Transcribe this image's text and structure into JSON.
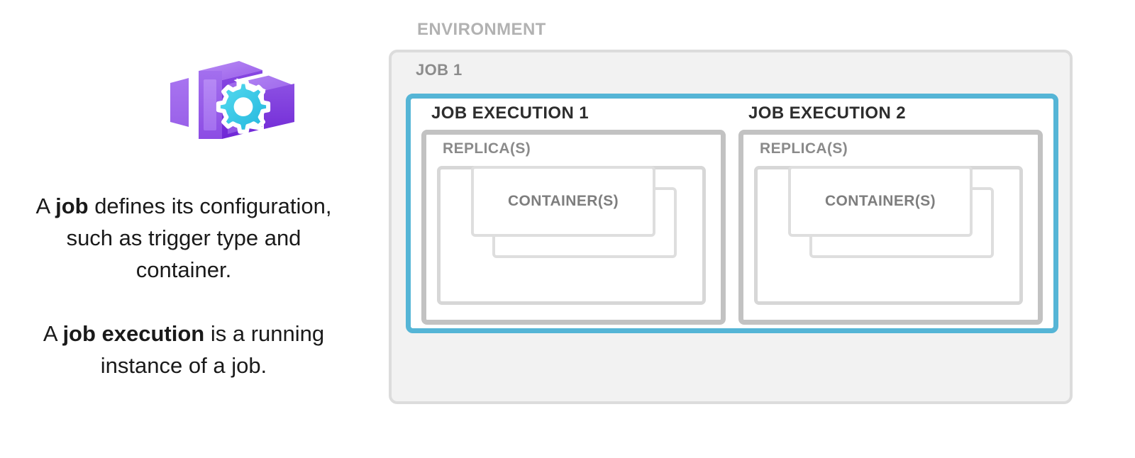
{
  "left": {
    "icon_name": "azure-container-apps-job-icon",
    "paragraphs": [
      {
        "id": "p1",
        "segments": [
          {
            "text": "A ",
            "bold": false
          },
          {
            "text": "job",
            "bold": true
          },
          {
            "text": " defines its configuration, such as trigger type and container.",
            "bold": false
          }
        ]
      },
      {
        "id": "p2",
        "segments": [
          {
            "text": "A ",
            "bold": false
          },
          {
            "text": "job execution",
            "bold": true
          },
          {
            "text": " is a running instance of a job.",
            "bold": false
          }
        ]
      }
    ]
  },
  "diagram": {
    "environment": {
      "label": "ENVIRONMENT"
    },
    "job": {
      "label": "JOB 1"
    },
    "executions": [
      {
        "label": "JOB EXECUTION 1",
        "replica_label": "REPLICA(S)",
        "container_label": "CONTAINER(S)"
      },
      {
        "label": "JOB EXECUTION 2",
        "replica_label": "REPLICA(S)",
        "container_label": "CONTAINER(S)"
      }
    ]
  },
  "colors": {
    "job_border_blue": "#55b5d6",
    "environment_fill": "#f2f2f2",
    "environment_border": "#dcdcdc",
    "environment_text": "#b2b2b2",
    "job_text": "#8c8c8c",
    "execution_border": "#c2c2c2",
    "execution_text": "#2d2d2d",
    "replica_border": "#d7d7d7",
    "replica_text": "#8a8a8a",
    "container_border": "#dedede",
    "container_text": "#7e7e7e",
    "icon_purple": "#9b62e8",
    "icon_purple_dark": "#7b31dd",
    "icon_gear_cyan": "#32c8e6"
  }
}
